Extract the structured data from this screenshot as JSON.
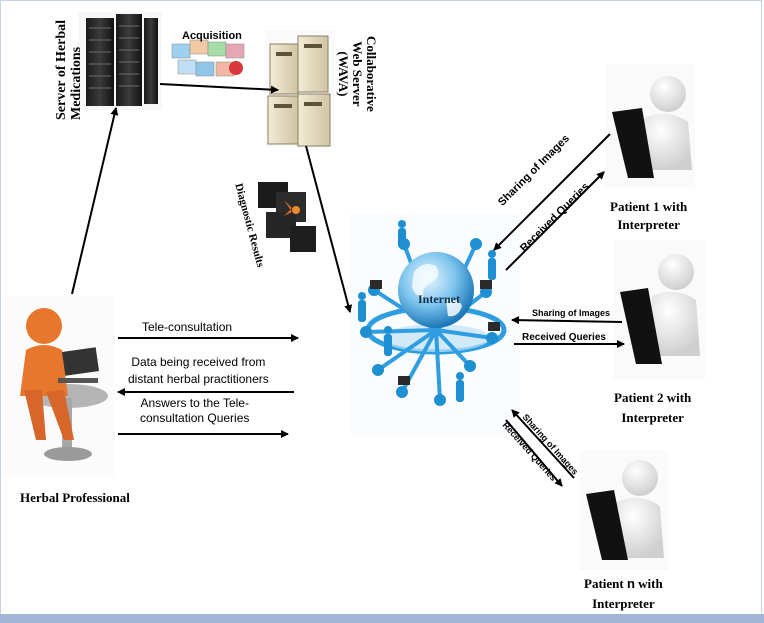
{
  "server_label_line1": "Server of Herbal",
  "server_label_line2": "Medications",
  "acquisition_label": "Acquisition",
  "web_server_label_line1": "Collaborative",
  "web_server_label_line2": "Web Server",
  "web_server_label_line3": "(WAVA)",
  "diagnostic_label": "Diagnostic Results",
  "internet_label": "Internet",
  "teleconsult_label": "Tele-consultation",
  "data_received_line1": "Data being received from",
  "data_received_line2": "distant herbal practitioners",
  "answers_line1": "Answers to the Tele-",
  "answers_line2": "consultation Queries",
  "herbal_professional_label": "Herbal Professional",
  "patient1_line1": "Patient 1 with",
  "patient1_line2": "Interpreter",
  "patient2_line1": "Patient 2 with",
  "patient2_line2": "Interpreter",
  "patientn_line1_a": "Patient ",
  "patientn_line1_n": "n",
  "patientn_line1_b": " with",
  "patientn_line2": "Interpreter",
  "sharing_images_1": "Sharing of Images",
  "received_queries_1": "Received Queries",
  "sharing_images_2": "Sharing of Images",
  "received_queries_2": "Received Queries",
  "sharing_images_n": "Sharing of Images",
  "received_queries_n": "Received Queries",
  "colors": {
    "accent_blue": "#1e8fd0",
    "orange": "#e8772e",
    "frame": "#9fb6d6"
  }
}
